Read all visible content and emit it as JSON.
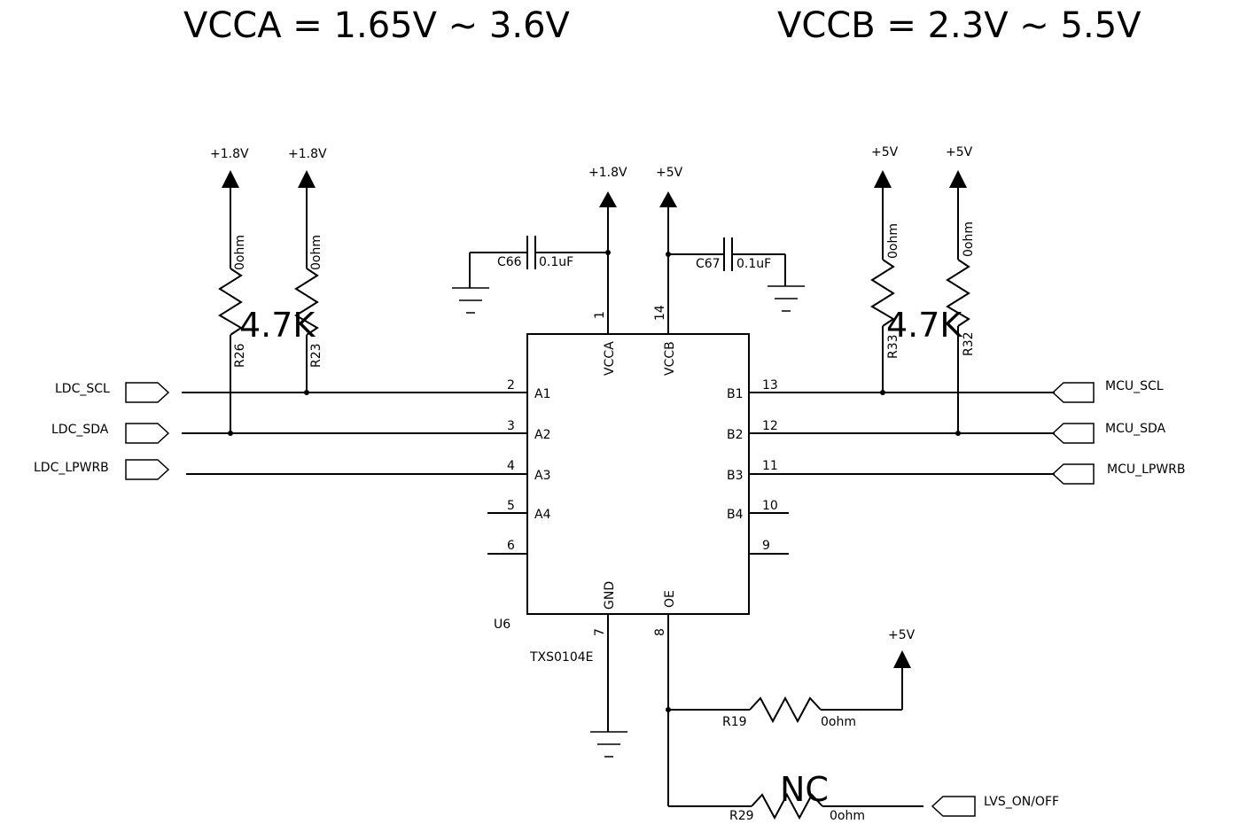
{
  "headers": {
    "vcca_range": "VCCA = 1.65V ~ 3.6V",
    "vccb_range": "VCCB = 2.3V ~ 5.5V"
  },
  "ic": {
    "ref": "U6",
    "part": "TXS0104E",
    "left_pins": [
      {
        "num": "2",
        "name": "A1"
      },
      {
        "num": "3",
        "name": "A2"
      },
      {
        "num": "4",
        "name": "A3"
      },
      {
        "num": "5",
        "name": "A4"
      },
      {
        "num": "6",
        "name": ""
      }
    ],
    "right_pins": [
      {
        "num": "13",
        "name": "B1"
      },
      {
        "num": "12",
        "name": "B2"
      },
      {
        "num": "11",
        "name": "B3"
      },
      {
        "num": "10",
        "name": "B4"
      },
      {
        "num": "9",
        "name": ""
      }
    ],
    "top_pins": [
      {
        "num": "1",
        "name": "VCCA"
      },
      {
        "num": "14",
        "name": "VCCB"
      }
    ],
    "bottom_pins": [
      {
        "num": "7",
        "name": "GND"
      },
      {
        "num": "8",
        "name": "OE"
      }
    ]
  },
  "power": {
    "p18": "+1.8V",
    "p5": "+5V"
  },
  "ports": {
    "ldc_scl": "LDC_SCL",
    "ldc_sda": "LDC_SDA",
    "ldc_lpwrb": "LDC_LPWRB",
    "mcu_scl": "MCU_SCL",
    "mcu_sda": "MCU_SDA",
    "mcu_lpwrb": "MCU_LPWRB",
    "lvs": "LVS_ON/OFF"
  },
  "resistors": {
    "r26": "R26",
    "r23": "R23",
    "r33": "R33",
    "r32": "R32",
    "r19": "R19",
    "r29": "R29",
    "value": "0ohm"
  },
  "capacitors": {
    "c66": "C66",
    "c67": "C67",
    "value": "0.1uF"
  },
  "notes": {
    "pullup_left": "4.7K",
    "pullup_right": "4.7K",
    "nc": "NC"
  }
}
